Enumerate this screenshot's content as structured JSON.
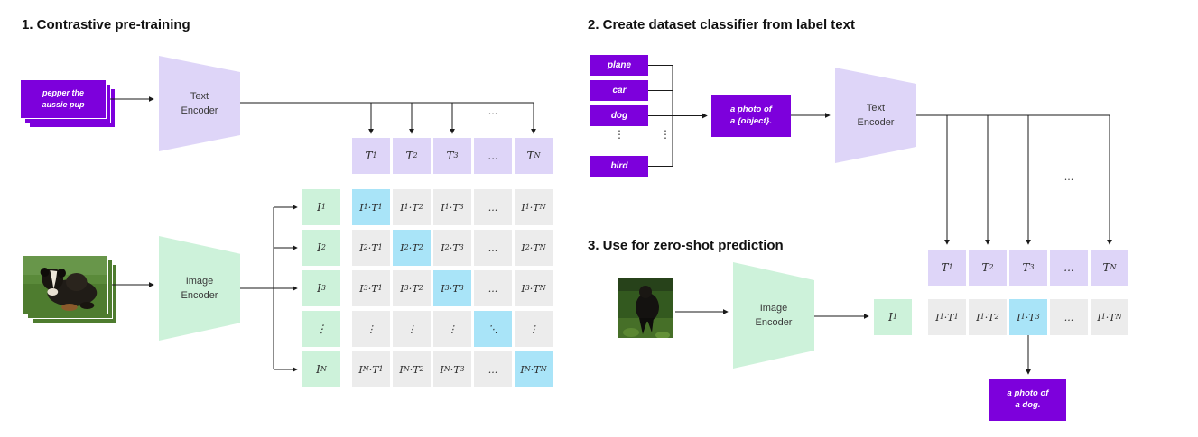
{
  "colors": {
    "purple": "#7d00dc",
    "lavender": "#ded5f8",
    "green": "#cdf2da",
    "gray": "#ececec",
    "blue": "#a9e4f8",
    "line": "#1a1a1a"
  },
  "section1": {
    "title": "1. Contrastive pre-training",
    "text_input": "pepper the aussie pup",
    "text_encoder_label": "Text Encoder",
    "image_encoder_label": "Image Encoder",
    "t_row": [
      "T_1",
      "T_2",
      "T_3",
      "...",
      "T_N"
    ],
    "i_col": [
      "I_1",
      "I_2",
      "I_3",
      "⋮",
      "I_N"
    ],
    "matrix": [
      [
        "I_1·T_1",
        "I_1·T_2",
        "I_1·T_3",
        "...",
        "I_1·T_N"
      ],
      [
        "I_2·T_1",
        "I_2·T_2",
        "I_2·T_3",
        "...",
        "I_2·T_N"
      ],
      [
        "I_3·T_1",
        "I_3·T_2",
        "I_3·T_3",
        "...",
        "I_3·T_N"
      ],
      [
        "⋮",
        "⋮",
        "⋮",
        "⋱",
        "⋮"
      ],
      [
        "I_N·T_1",
        "I_N·T_2",
        "I_N·T_3",
        "...",
        "I_N·T_N"
      ]
    ],
    "line_ellipsis": "..."
  },
  "section2": {
    "title": "2. Create dataset classifier from label text",
    "labels": [
      "plane",
      "car",
      "dog",
      "bird"
    ],
    "label_dots": "⋮",
    "collector_dots": "⋮",
    "prompt_line1": "a photo of",
    "prompt_line2": "a {object}.",
    "text_encoder_label": "Text Encoder",
    "t_row": [
      "T_1",
      "T_2",
      "T_3",
      "...",
      "T_N"
    ],
    "line_ellipsis": "..."
  },
  "section3": {
    "title": "3. Use for zero-shot prediction",
    "image_encoder_label": "Image Encoder",
    "i_cell": "I_1",
    "row": [
      "I_1·T_1",
      "I_1·T_2",
      "I_1·T_3",
      "...",
      "I_1·T_N"
    ],
    "highlight_index": 2,
    "prediction_line1": "a photo of",
    "prediction_line2": "a dog."
  }
}
